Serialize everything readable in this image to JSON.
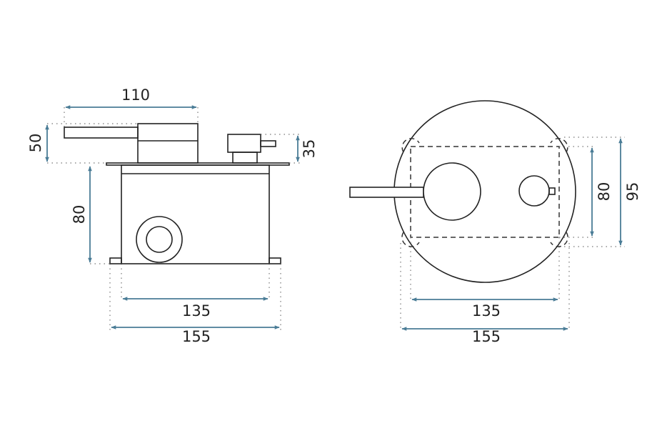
{
  "side_view": {
    "dimensions": {
      "lever_length": "110",
      "handle_height": "50",
      "diverter_height": "35",
      "box_depth": "80",
      "box_width": "135",
      "flange_width": "155"
    }
  },
  "front_view": {
    "dimensions": {
      "inner_height": "80",
      "outer_height": "95",
      "box_width": "135",
      "flange_width": "155"
    }
  },
  "colors": {
    "dimension": "#4a7c96",
    "outline": "#222222"
  }
}
